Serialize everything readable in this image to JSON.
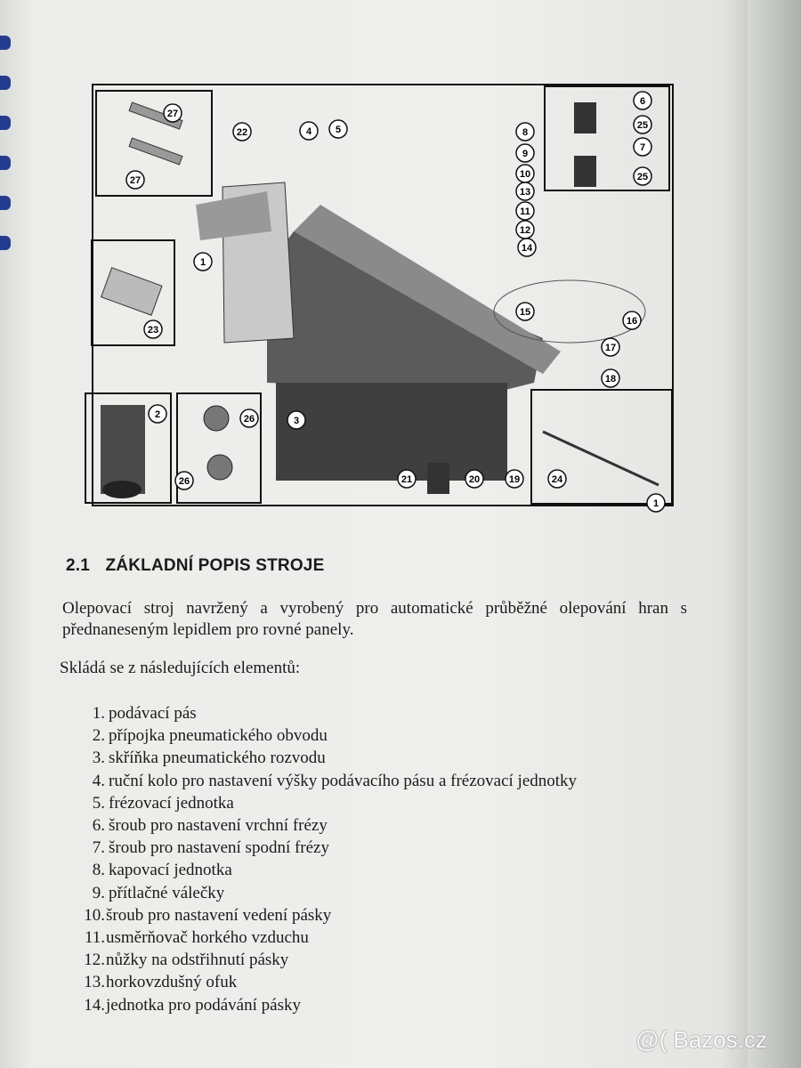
{
  "section": {
    "number": "2.1",
    "title": "ZÁKLADNÍ POPIS STROJE"
  },
  "description": "Olepovací stroj navržený a vyrobený  pro automatické průběžné olepování hran s přednaneseným lepidlem pro rovné panely.",
  "intro": "Skládá se z následujících elementů:",
  "items": [
    {
      "n": "1.",
      "text": "podávací pás"
    },
    {
      "n": "2.",
      "text": "přípojka pneumatického obvodu"
    },
    {
      "n": "3.",
      "text": "skříňka pneumatického rozvodu"
    },
    {
      "n": "4.",
      "text": "ruční kolo pro nastavení výšky podávacího pásu a frézovací jednotky"
    },
    {
      "n": "5.",
      "text": "frézovací jednotka"
    },
    {
      "n": "6.",
      "text": "šroub pro nastavení vrchní frézy"
    },
    {
      "n": "7.",
      "text": "šroub pro nastavení spodní frézy"
    },
    {
      "n": "8.",
      "text": "kapovací jednotka"
    },
    {
      "n": "9.",
      "text": "přítlačné válečky"
    },
    {
      "n": "10.",
      "text": "šroub pro nastavení vedení pásky"
    },
    {
      "n": "11.",
      "text": "usměrňovač horkého vzduchu"
    },
    {
      "n": "12.",
      "text": "nůžky na odstřihnutí pásky"
    },
    {
      "n": "13.",
      "text": "horkovzdušný ofuk"
    },
    {
      "n": "14.",
      "text": "jednotka pro podávání pásky"
    }
  ],
  "diagram": {
    "callouts": [
      "27",
      "27",
      "22",
      "4",
      "5",
      "8",
      "9",
      "10",
      "13",
      "11",
      "12",
      "14",
      "6",
      "25",
      "7",
      "25",
      "1",
      "15",
      "16",
      "17",
      "18",
      "23",
      "2",
      "26",
      "26",
      "3",
      "21",
      "20",
      "19",
      "24",
      "1"
    ]
  },
  "watermark": "@( Bazos.cz",
  "colors": {
    "binding": "#243c8f",
    "paper": "#eeefec",
    "ink": "#1b1b1b"
  }
}
